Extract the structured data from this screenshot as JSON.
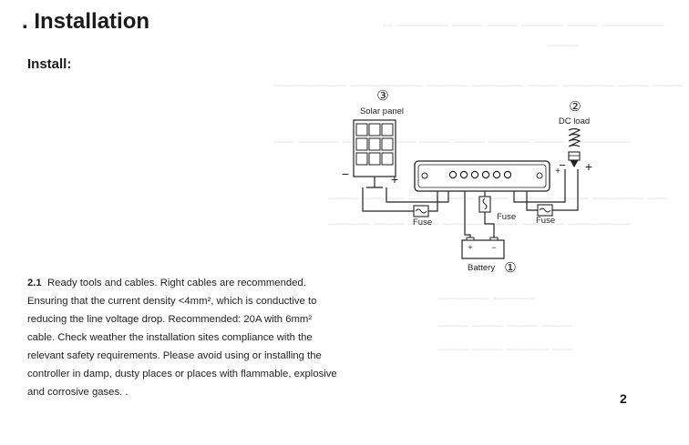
{
  "heading": {
    "bullet": ".",
    "title": "Installation"
  },
  "subheading": "Install:",
  "diagram": {
    "solar_panel": {
      "number": "③",
      "label": "Solar panel",
      "minus": "−",
      "plus": "+"
    },
    "dc_load": {
      "number": "②",
      "label": "DC load",
      "minus": "−",
      "plus": "+"
    },
    "battery": {
      "number": "①",
      "label": "Battery",
      "plus": "+",
      "minus": "−"
    },
    "fuses": [
      "Fuse",
      "Fuse",
      "Fuse"
    ],
    "controller_terminal_plus": "+"
  },
  "paragraph": {
    "number": "2.1",
    "text": "Ready tools and cables. Right cables are recommended. Ensuring that the current density  <4mm², which is conductive to reducing the line voltage drop. Recommended: 20A with 6mm² cable. Check weather the installation sites compliance with the relevant safety requirements. Please avoid using or installing the controller in damp, dusty places or places with flammable, explosive and corrosive gases.  ."
  },
  "page_number": "2"
}
